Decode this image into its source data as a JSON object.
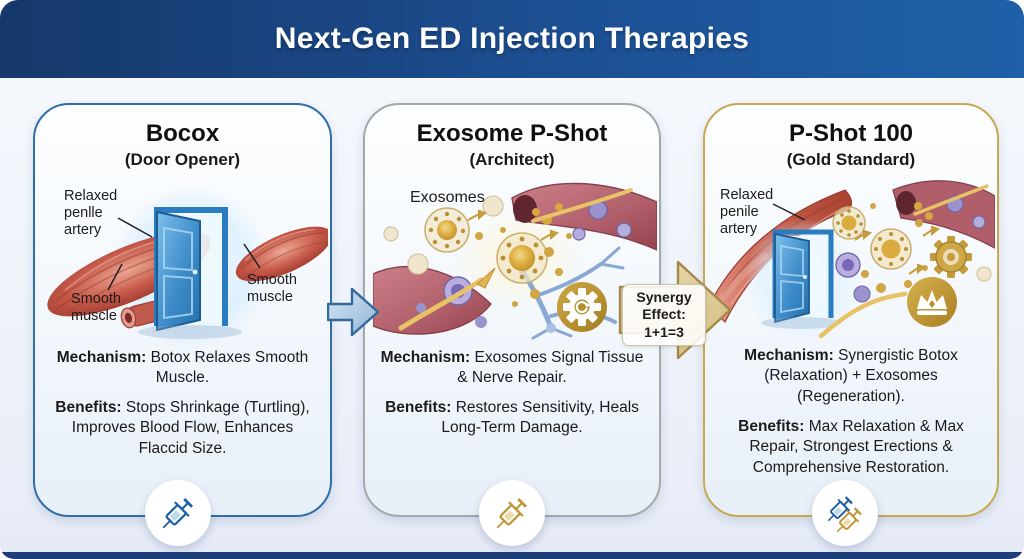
{
  "header": {
    "title": "Next-Gen ED Injection Therapies",
    "bg_left": "#16386a",
    "bg_right": "#1e61a8"
  },
  "panels": [
    {
      "title": "Bocox",
      "subtitle": "(Door Opener)",
      "accent": "#2f6ea6",
      "labels": {
        "artery": [
          "Relaxed",
          "penlle",
          "artery"
        ],
        "muscle_left": "Smooth muscle",
        "muscle_right": "Smooth muscle"
      },
      "mechanism_label": "Mechanism:",
      "mechanism_text": " Botox Relaxes Smooth Muscle.",
      "benefits_label": "Benefits:",
      "benefits_text": " Stops Shrinkage (Turtling), Improves Blood Flow, Enhances Flaccid Size.",
      "badge_icon": "syringe-blue"
    },
    {
      "title": "Exosome P-Shot",
      "subtitle": "(Architect)",
      "accent": "#a3a8aa",
      "labels": {
        "exosomes": "Exosomes"
      },
      "mechanism_label": "Mechanism:",
      "mechanism_text": " Exosomes Signal Tissue & Nerve Repair.",
      "benefits_label": "Benefits:",
      "benefits_text": " Restores Sensitivity, Heals Long-Term Damage.",
      "badge_icon": "syringe-gold"
    },
    {
      "title": "P-Shot 100",
      "subtitle": "(Gold Standard)",
      "accent": "#c8a951",
      "labels": {
        "artery": [
          "Relaxed",
          "penile",
          "artery"
        ]
      },
      "mechanism_label": "Mechanism:",
      "mechanism_text": " Synergistic Botox (Relaxation) + Exosomes (Regeneration).",
      "benefits_label": "Benefits:",
      "benefits_text": " Max Relaxation & Max Repair, Strongest Erections & Comprehensive Restoration.",
      "badge_icon": "double-syringe"
    }
  ],
  "arrows": {
    "between_1_2": {
      "icon": "right-arrow",
      "color": "#9dbcd9"
    },
    "between_2_3": {
      "icon": "right-arrow-gold",
      "color": "#d9c48d",
      "label_lines": [
        "Synergy",
        "Effect:",
        "1+1=3"
      ]
    }
  }
}
